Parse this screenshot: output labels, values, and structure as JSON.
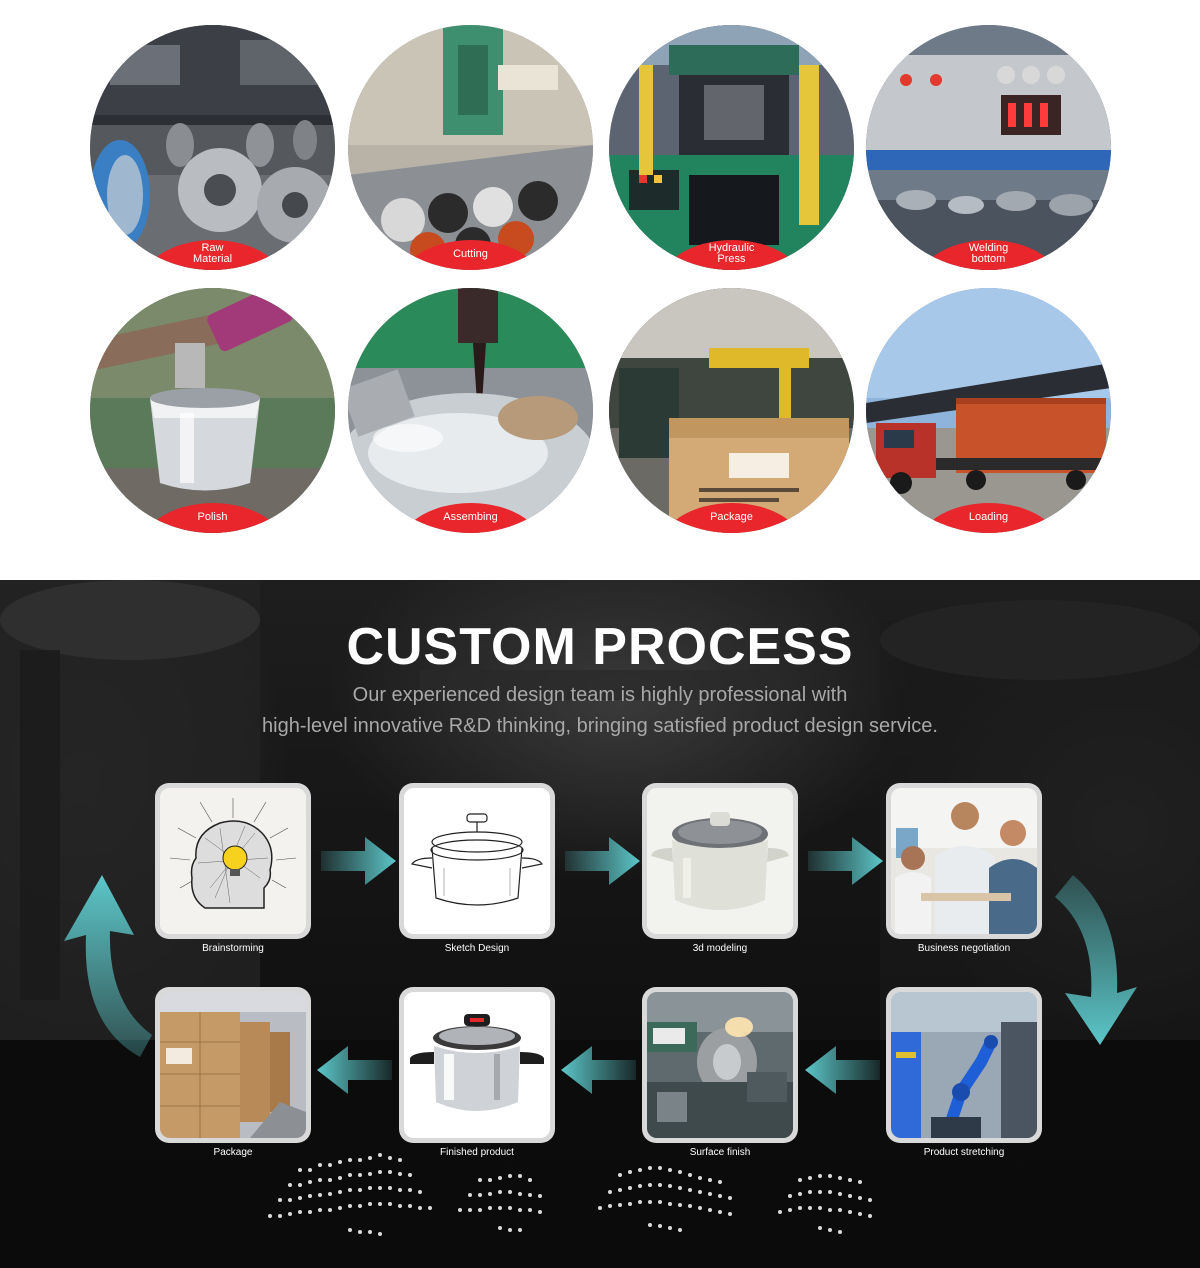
{
  "production": {
    "steps": [
      {
        "label": "Raw\nMaterial",
        "icon": "steel-coil-icon"
      },
      {
        "label": "Cutting",
        "icon": "cutting-machine-icon"
      },
      {
        "label": "Hydraulic\nPress",
        "icon": "hydraulic-press-icon"
      },
      {
        "label": "Welding\nbottom",
        "icon": "welding-machine-icon"
      },
      {
        "label": "Polish",
        "icon": "polish-pot-icon"
      },
      {
        "label": "Assembing",
        "icon": "riveting-icon"
      },
      {
        "label": "Package",
        "icon": "carton-box-icon"
      },
      {
        "label": "Loading",
        "icon": "container-truck-icon"
      }
    ]
  },
  "process": {
    "title": "CUSTOM PROCESS",
    "subtitle_line1": "Our experienced design team is highly professional with",
    "subtitle_line2": "high-level innovative R&D thinking, bringing satisfied product design service.",
    "steps": [
      {
        "label": "Brainstorming",
        "icon": "head-lightbulb-icon"
      },
      {
        "label": "Sketch Design",
        "icon": "pot-sketch-icon"
      },
      {
        "label": "3d modeling",
        "icon": "pot-3d-model-icon"
      },
      {
        "label": "Business negotiation",
        "icon": "business-team-icon"
      },
      {
        "label": "Product stretching",
        "icon": "robot-arm-icon"
      },
      {
        "label": "Surface finish",
        "icon": "lathe-icon"
      },
      {
        "label": "Finished product",
        "icon": "finished-pot-icon"
      },
      {
        "label": "Package",
        "icon": "warehouse-boxes-icon"
      }
    ]
  },
  "colors": {
    "label_red": "#e8262c",
    "arrow_teal": "#5cc6c8",
    "card_frame": "#d9d9d9"
  }
}
